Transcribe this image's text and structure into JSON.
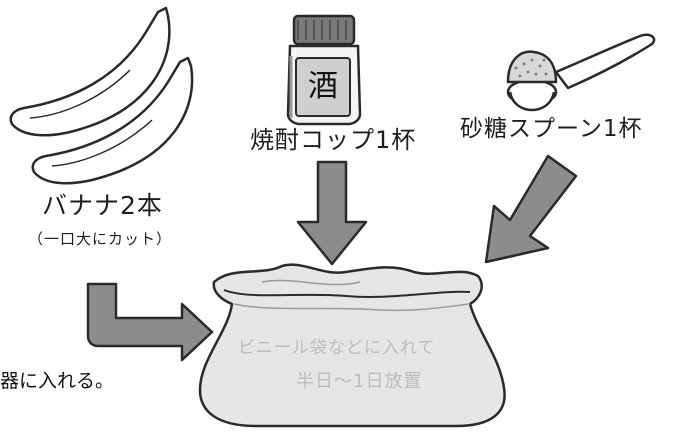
{
  "ingredients": {
    "banana": {
      "label": "バナナ2本",
      "note": "（一口大にカット）"
    },
    "shochu": {
      "label": "焼酎コップ1杯",
      "jar_text": "酒"
    },
    "sugar": {
      "label": "砂糖スプーン1杯"
    }
  },
  "bag": {
    "line1": "ビニール袋などに入れて",
    "line2": "半日〜1日放置"
  },
  "caption": "器に入れる。",
  "icons": [
    "banana-icon",
    "jar-icon",
    "spoon-icon",
    "bag-icon",
    "arrow-icon"
  ],
  "colors": {
    "arrow_fill": "#8c8c8c",
    "bag_fill": "#e6e6e6",
    "outline": "#2a2a2a",
    "bag_text": "#bcbcbc"
  }
}
